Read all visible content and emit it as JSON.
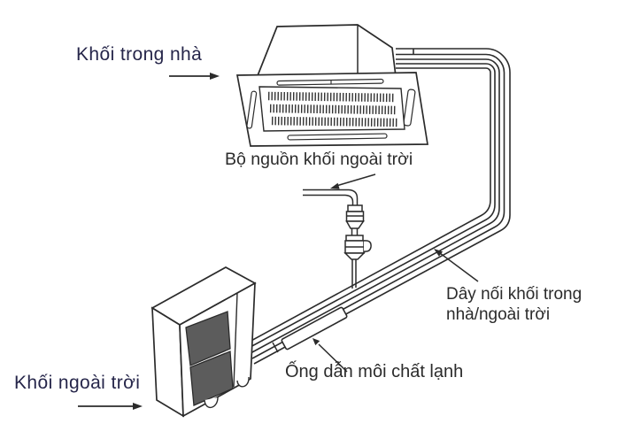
{
  "diagram": {
    "labels": {
      "indoor_unit": "Khối trong nhà",
      "outdoor_power_supply": "Bộ nguồn khối ngoài trời",
      "connecting_wire_line1": "Dây nối khối trong",
      "connecting_wire_line2": "nhà/ngoài trời",
      "refrigerant_pipe": "Ống dẫn môi chất lạnh",
      "outdoor_unit": "Khối ngoài trời"
    },
    "colors": {
      "line": "#2b2b2b",
      "hatch": "#333333",
      "grille": "#5c5c5c",
      "label_unit": "#26264a",
      "label_part": "#2b2b2b",
      "background": "#ffffff"
    }
  }
}
